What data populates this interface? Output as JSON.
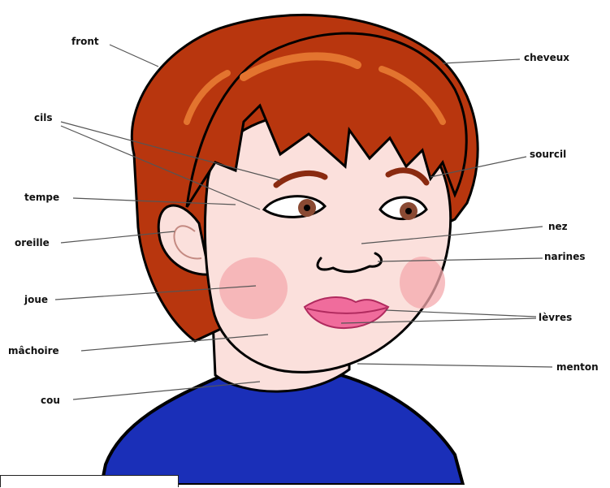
{
  "labels": {
    "front": "front",
    "cheveux": "cheveux",
    "cils": "cils",
    "sourcil": "sourcil",
    "tempe": "tempe",
    "nez": "nez",
    "oreille": "oreille",
    "narines": "narines",
    "joue": "joue",
    "levres": "lèvres",
    "machoire": "mâchoire",
    "menton": "menton",
    "cou": "cou"
  },
  "colors": {
    "hair": "#b8360e",
    "hair_highlight": "#e3742f",
    "skin": "#fbe0dc",
    "cheek": "#f4a9ad",
    "lips": "#f06c9c",
    "shirt": "#1a2fb8",
    "eye": "#8a4a33",
    "leader_line": "#555555"
  }
}
